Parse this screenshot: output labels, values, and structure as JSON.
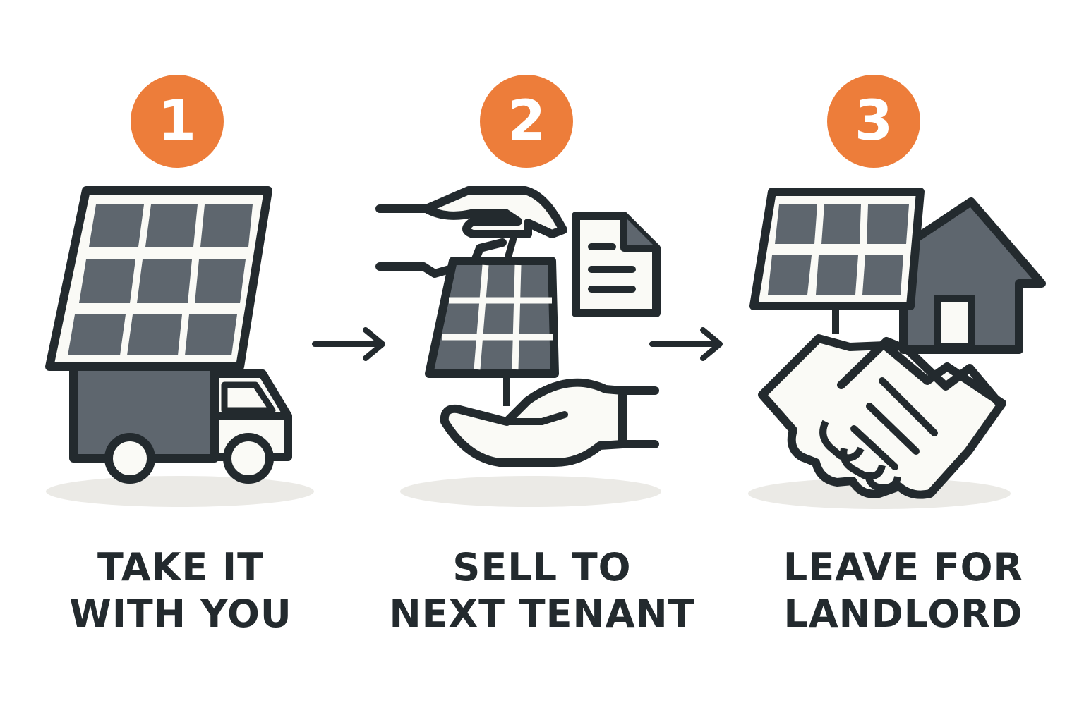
{
  "colors": {
    "accent": "#ED7D3A",
    "ink": "#232A2E",
    "panel": "#5E666E",
    "fill": "#FAFAF6",
    "shadow": "#EBEAE6"
  },
  "steps": [
    {
      "number": "1",
      "title_line1": "TAKE IT",
      "title_line2": "WITH YOU",
      "icon": "solar-panel-truck-icon"
    },
    {
      "number": "2",
      "title_line1": "SELL TO",
      "title_line2": "NEXT TENANT",
      "icon": "solar-panel-handover-icon"
    },
    {
      "number": "3",
      "title_line1": "LEAVE FOR",
      "title_line2": "LANDLORD",
      "icon": "house-handshake-icon"
    }
  ]
}
